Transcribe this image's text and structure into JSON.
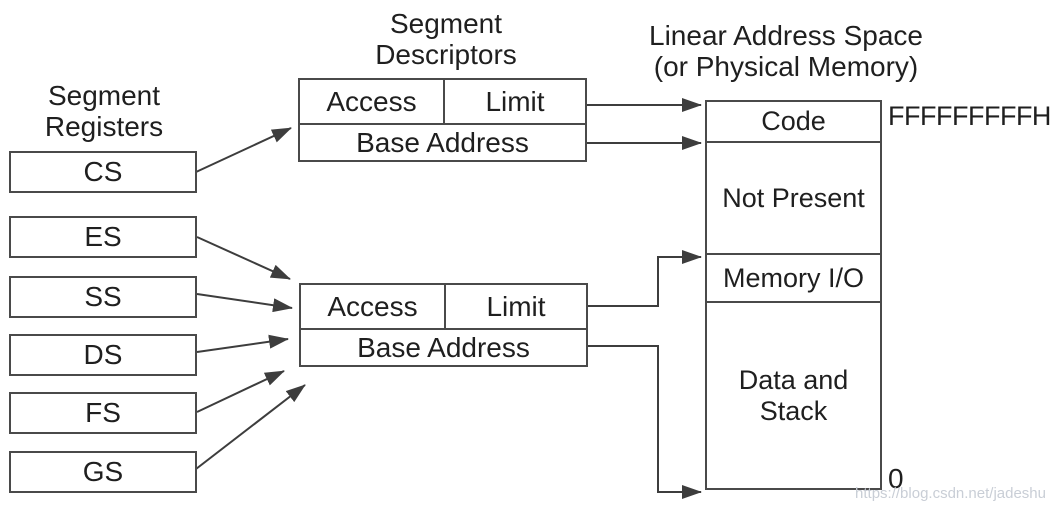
{
  "titles": {
    "segment_registers": "Segment\nRegisters",
    "segment_descriptors": "Segment\nDescriptors",
    "linear_address_space": "Linear Address Space\n(or Physical Memory)"
  },
  "registers": [
    "CS",
    "ES",
    "SS",
    "DS",
    "FS",
    "GS"
  ],
  "descriptors": [
    {
      "access": "Access",
      "limit": "Limit",
      "base": "Base Address"
    },
    {
      "access": "Access",
      "limit": "Limit",
      "base": "Base Address"
    }
  ],
  "memory": {
    "regions": [
      {
        "label": "Code"
      },
      {
        "label": "Not Present"
      },
      {
        "label": "Memory I/O"
      },
      {
        "label": "Data and\nStack"
      }
    ],
    "top_address": "FFFFFFFFFH",
    "bottom_address": "0"
  },
  "watermark": "https://blog.csdn.net/jadeshu",
  "colors": {
    "line": "#3d3d3d",
    "border": "#4a4a4a",
    "text": "#1f1f1f",
    "watermark": "#c9ced6"
  }
}
